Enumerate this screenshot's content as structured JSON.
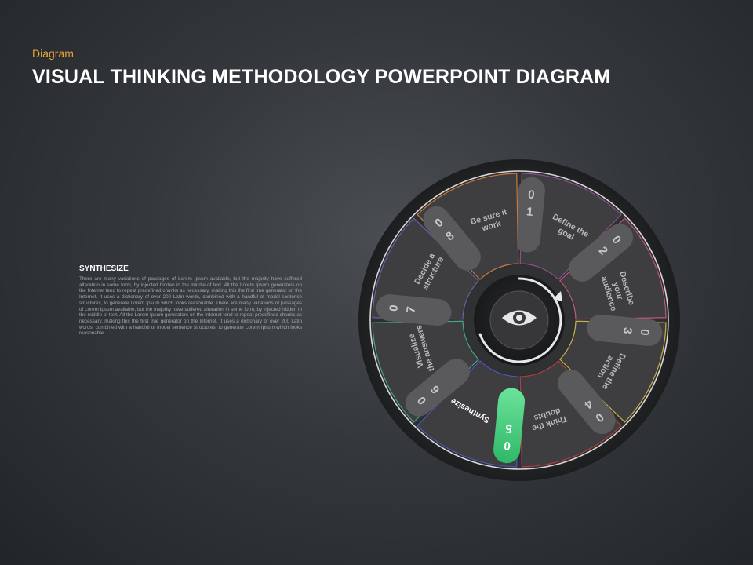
{
  "header": {
    "kicker": "Diagram",
    "title": "VISUAL THINKING METHODOLOGY POWERPOINT DIAGRAM"
  },
  "panel": {
    "heading": "SYNTHESIZE",
    "body": "There are many variations of passages of Lorem Ipsum available, but the majority have suffered alteration in some form, by injected hidden in the middle of text. All the Lorem Ipsum generators on the Internet tend to repeat predefined chunks as necessary, making this the first true generator on the Internet. It uses a dictionary of over 200 Latin words, combined with a handful of model sentence structures, to generate Lorem Ipsum which looks reasonable. There are many variations of passages of Lorem Ipsum available, but the majority have suffered alteration in some form, by injected hidden in the middle of text. All the Lorem Ipsum generators on the Internet tend to repeat predefined chunks as necessary, making this the first true generator on the Internet. It uses a dictionary of over 200 Latin words, combined with a handful of model sentence structures, to generate Lorem Ipsum which looks reasonable."
  },
  "center": {
    "icon": "eye-icon",
    "arrow": "circular-arrow-icon"
  },
  "segments": [
    {
      "number": "01",
      "lines": [
        "Define the",
        "goal"
      ],
      "color": "#8a4f8c",
      "active": false
    },
    {
      "number": "02",
      "lines": [
        "Describe",
        "your",
        "audience"
      ],
      "color": "#c0577e",
      "active": false
    },
    {
      "number": "03",
      "lines": [
        "Define the",
        "action"
      ],
      "color": "#c9b24a",
      "active": false
    },
    {
      "number": "04",
      "lines": [
        "Think the",
        "doubts"
      ],
      "color": "#b23d3d",
      "active": false
    },
    {
      "number": "05",
      "lines": [
        "Synthesize"
      ],
      "color": "#4a58b8",
      "active": true
    },
    {
      "number": "06",
      "lines": [
        "Visualize",
        "the answers"
      ],
      "color": "#49a486",
      "active": false
    },
    {
      "number": "07",
      "lines": [
        "Decide a",
        "structure"
      ],
      "color": "#6d5fa8",
      "active": false
    },
    {
      "number": "08",
      "lines": [
        "Be sure it",
        "work"
      ],
      "color": "#c97a3c",
      "active": false
    }
  ],
  "colors": {
    "accent": "#e8a33c",
    "active_tab": "#3fd07c",
    "segment_fill": "#3e3e40",
    "tab_fill": "#5a5a5c",
    "label_text": "#b9b9bb"
  }
}
